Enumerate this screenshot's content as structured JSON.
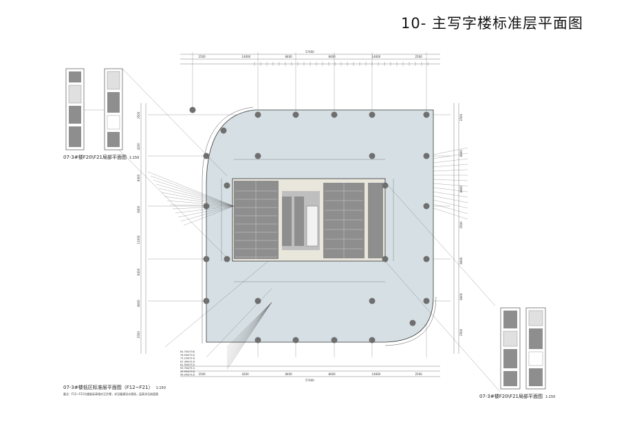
{
  "title": "10- 主写字楼标准层平面图",
  "main_plan": {
    "caption": "07-3#楼低区标准层平面图（F12~F21）",
    "scale": "1:150",
    "overall_dim": "57400",
    "top_dims": [
      "2500",
      "14600",
      "8400",
      "8400",
      "14600",
      "2500"
    ],
    "bottom_dims": [
      "2500",
      "4200",
      "8400",
      "8400",
      "14600",
      "2500"
    ],
    "left_dims": [
      "2500",
      "4200",
      "8400",
      "8400",
      "11000",
      "8400",
      "8400",
      "2500"
    ],
    "right_dims": [
      "2500",
      "8400",
      "8400",
      "2500",
      "8400",
      "8400",
      "2500"
    ],
    "levels": [
      "84.700(F16)",
      "78.900(F15)",
      "73.100(F14)",
      "67.300(F13)",
      "61.500(F12)",
      "55.700(F11)",
      "49.900(F10)",
      "56.900(F13)"
    ],
    "note": "备注：F12~F21为楼板标高相对正负零，详见暖通设计图纸，层高详见剖面图"
  },
  "detail_left": {
    "caption": "07-3#楼F20\\F21局部平面图",
    "scale": "1:150"
  },
  "detail_right": {
    "caption": "07-3#楼F20\\F21局部平面图",
    "scale": "1:150"
  },
  "colors": {
    "floor": "#d6e0e4",
    "core": "#8e8e8e",
    "core_light": "#bfbfbf",
    "line": "#333333"
  }
}
